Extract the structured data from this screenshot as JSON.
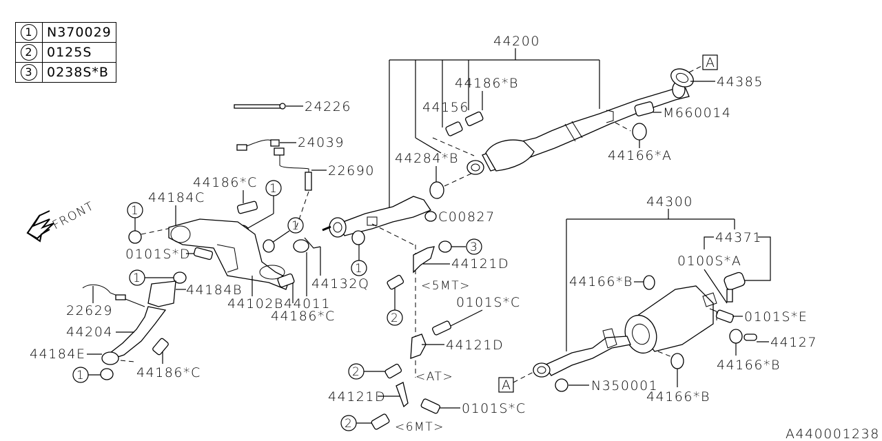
{
  "legend": [
    {
      "ref": "1",
      "part": "N370029"
    },
    {
      "ref": "2",
      "part": "0125S"
    },
    {
      "ref": "3",
      "part": "0238S*B"
    }
  ],
  "front_label": "FRONT",
  "diagram_id": "A440001238",
  "callouts": {
    "c44200": "44200",
    "c44385": "44385",
    "c44186B": "44186*B",
    "c44156": "44156",
    "cM660014": "M660014",
    "c44166A": "44166*A",
    "c44284B": "44284*B",
    "cC00827": "C00827",
    "c24226": "24226",
    "c24039": "24039",
    "c22690": "22690",
    "c44186C_top": "44186*C",
    "c44184C": "44184C",
    "c0101SD": "0101S*D",
    "c44184B": "44184B",
    "c22629": "22629",
    "c44204": "44204",
    "c44184E": "44184E",
    "c44186C_bl": "44186*C",
    "c44102B": "44102B",
    "c44011": "44011",
    "c44186C_mid": "44186*C",
    "c44132Q": "44132Q",
    "c44121D_5mt": "44121D",
    "c5MT": "<5MT>",
    "c0101SC_at": "0101S*C",
    "c44121D_at": "44121D",
    "cAT": "<AT>",
    "c44121D_6mt": "44121D",
    "c0101SC_6mt": "0101S*C",
    "c6MT": "<6MT>",
    "c44300": "44300",
    "c44371": "44371",
    "c0100SA": "0100S*A",
    "c44166B_a": "44166*B",
    "c0101SE": "0101S*E",
    "c44127": "44127",
    "c44166B_b": "44166*B",
    "c44166B_c": "44166*B",
    "cN350001": "N350001",
    "refA": "A",
    "ref1": "1",
    "ref2": "2",
    "ref3": "3"
  }
}
